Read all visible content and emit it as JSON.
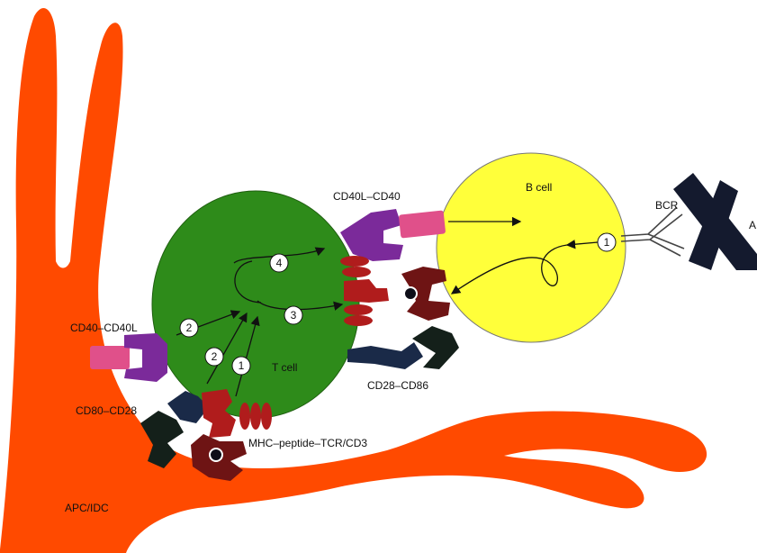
{
  "labels": {
    "b_cell": "B cell",
    "t_cell": "T cell",
    "apc": "APC/IDC",
    "bcr": "BCR",
    "antigen_partial": "A",
    "cd40l_cd40_top": "CD40L–CD40",
    "cd40_cd40l_left": "CD40–CD40L",
    "cd80_cd28": "CD80–CD28",
    "cd28_cd86": "CD28–CD86",
    "mhc_tcr": "MHC–peptide–TCR/CD3"
  },
  "steps": {
    "s4": "4",
    "s3": "3",
    "s2a": "2",
    "s2b": "2",
    "s1t": "1",
    "s1b": "1"
  },
  "colors": {
    "apc": "#ff4a00",
    "t_cell": "#2e8b1a",
    "b_cell": "#ffff3a",
    "purple": "#7b2a9a",
    "pink": "#e0508a",
    "dark_red": "#b01c1c",
    "maroon": "#6e1414",
    "navy": "#1a2a48",
    "black_green": "#14201a"
  }
}
